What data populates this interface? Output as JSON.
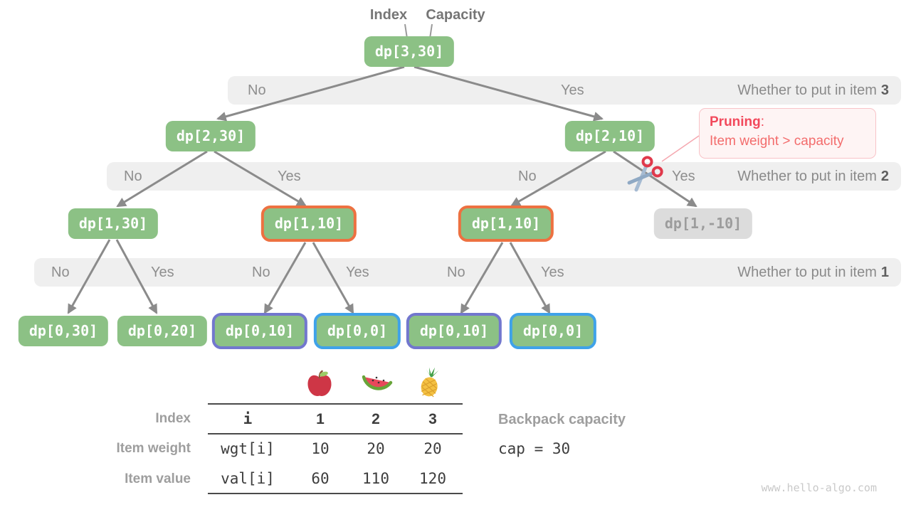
{
  "pointer_labels": {
    "index": "Index",
    "capacity": "Capacity"
  },
  "tree": {
    "nodes": [
      {
        "label": "dp[3,30]",
        "style": "green"
      },
      {
        "label": "dp[2,30]",
        "style": "green"
      },
      {
        "label": "dp[2,10]",
        "style": "green"
      },
      {
        "label": "dp[1,30]",
        "style": "green"
      },
      {
        "label": "dp[1,10]",
        "style": "green-orange-border"
      },
      {
        "label": "dp[1,10]",
        "style": "green-orange-border"
      },
      {
        "label": "dp[1,-10]",
        "style": "gray"
      },
      {
        "label": "dp[0,30]",
        "style": "green"
      },
      {
        "label": "dp[0,20]",
        "style": "green"
      },
      {
        "label": "dp[0,10]",
        "style": "green-purple-border"
      },
      {
        "label": "dp[0,0]",
        "style": "green-blue-border"
      },
      {
        "label": "dp[0,10]",
        "style": "green-purple-border"
      },
      {
        "label": "dp[0,0]",
        "style": "green-blue-border"
      }
    ]
  },
  "bands": [
    {
      "choices": [
        "No",
        "Yes"
      ],
      "question": "Whether to put in item",
      "item": "3"
    },
    {
      "choices": [
        "No",
        "Yes",
        "No",
        "Yes"
      ],
      "question": "Whether to put in item",
      "item": "2"
    },
    {
      "choices": [
        "No",
        "Yes",
        "No",
        "Yes",
        "No",
        "Yes"
      ],
      "question": "Whether to put in item",
      "item": "1"
    }
  ],
  "pruning": {
    "title": "Pruning",
    "separator": ":",
    "body": "Item weight > capacity"
  },
  "fruits": [
    "apple-icon",
    "watermelon-icon",
    "pineapple-icon"
  ],
  "table": {
    "row_headers": [
      "Index",
      "Item weight",
      "Item value"
    ],
    "index_var": "i",
    "index_values": [
      "1",
      "2",
      "3"
    ],
    "weight_var": "wgt[i]",
    "weight_values": [
      "10",
      "20",
      "20"
    ],
    "value_var": "val[i]",
    "value_values": [
      "60",
      "110",
      "120"
    ]
  },
  "capacity_info": {
    "label": "Backpack capacity",
    "code": "cap = 30"
  },
  "watermark": "www.hello-algo.com",
  "colors": {
    "node_green": "#8cc185",
    "node_gray_bg": "#dcdcdc",
    "node_gray_text": "#9c9c9c",
    "border_orange": "#ed7141",
    "border_purple": "#7277ce",
    "border_blue": "#3fa2e9",
    "arrow_gray": "#8b8b8b",
    "band_bg": "#efefef",
    "pruning_title": "#f2495c",
    "pruning_body": "#f36c6c",
    "pruning_border": "#f8c3c8",
    "pruning_bg": "#fef4f4",
    "scissors_red": "#e0394b",
    "scissors_blade": "#a6bbd2"
  }
}
